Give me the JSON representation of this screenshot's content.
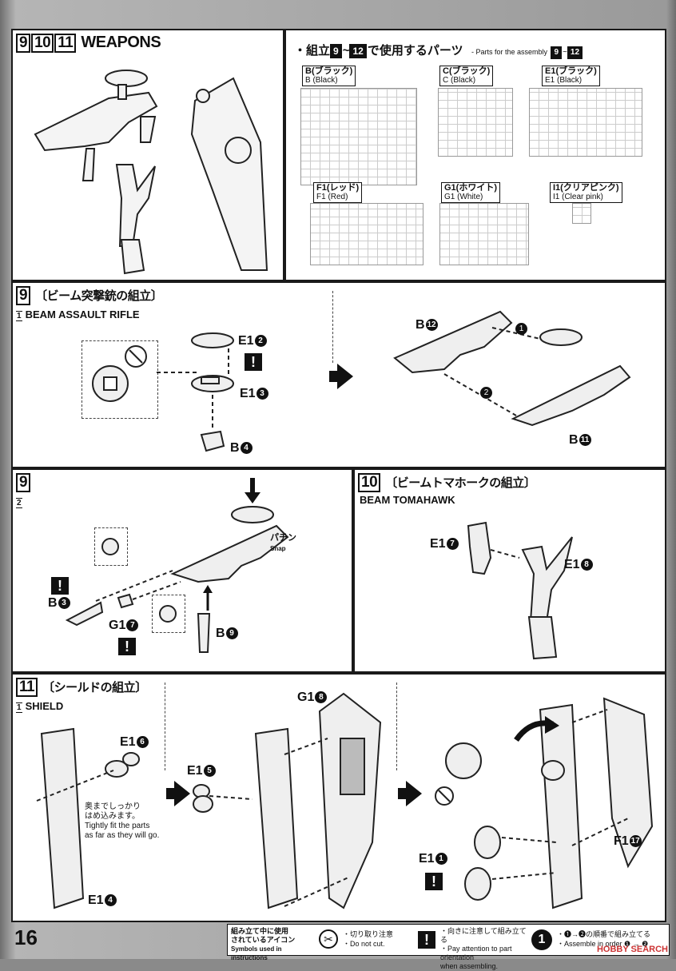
{
  "header": {
    "nums": [
      "9",
      "10",
      "11"
    ],
    "title": "WEAPONS"
  },
  "parts": {
    "heading_jp": "・組立",
    "heading_jp2": "で使用するパーツ",
    "heading_range_a": "9",
    "heading_tilde": "~",
    "heading_range_b": "12",
    "heading_en": "- Parts for the assembly",
    "runners": [
      {
        "jp": "B(ブラック)",
        "en": "B (Black)"
      },
      {
        "jp": "C(ブラック)",
        "en": "C (Black)"
      },
      {
        "jp": "E1(ブラック)",
        "en": "E1 (Black)"
      },
      {
        "jp": "F1(レッド)",
        "en": "F1 (Red)"
      },
      {
        "jp": "G1(ホワイト)",
        "en": "G1 (White)"
      },
      {
        "jp": "I1(クリアピンク)",
        "en": "I1 (Clear pink)"
      }
    ]
  },
  "step9a": {
    "num": "9",
    "jp": "〔ビーム突撃銃の組立〕",
    "subnum": "1",
    "en": "BEAM ASSAULT RIFLE",
    "labels": {
      "e1_2": "E1",
      "e1_3": "E1",
      "b4": "B",
      "b12": "B",
      "b11": "B"
    },
    "circ": {
      "c2": "2",
      "c3": "3",
      "c4": "4",
      "c12": "12",
      "c11": "11",
      "step1": "1",
      "step2": "2"
    }
  },
  "step9b": {
    "num": "9",
    "subnum": "2",
    "snap_jp": "パチン",
    "snap_en": "Snap",
    "labels": {
      "b3": "B",
      "g1_7": "G1",
      "b9": "B"
    },
    "circ": {
      "c3": "3",
      "c7": "7",
      "c9": "9"
    }
  },
  "step10": {
    "num": "10",
    "jp": "〔ビームトマホークの組立〕",
    "en": "BEAM TOMAHAWK",
    "labels": {
      "e1_7": "E1",
      "e1_8": "E1"
    },
    "circ": {
      "c7": "7",
      "c8": "8"
    }
  },
  "step11": {
    "num": "11",
    "jp": "〔シールドの組立〕",
    "subnum": "1",
    "en": "SHIELD",
    "note_jp1": "奥までしっかり",
    "note_jp2": "はめ込みます。",
    "note_en1": "Tightly fit the parts",
    "note_en2": "as far as they will go.",
    "labels": {
      "e1_6": "E1",
      "e1_4": "E1",
      "e1_5": "E1",
      "g1_8": "G1",
      "e1_1": "E1",
      "f1_17": "F1"
    },
    "circ": {
      "c6": "6",
      "c4": "4",
      "c5": "5",
      "c8": "8",
      "c1": "1",
      "c17": "17"
    }
  },
  "footer": {
    "page": "16",
    "icons_jp1": "組み立て中に使用",
    "icons_jp2": "されているアイコン",
    "icons_en": "Symbols used in instructions",
    "cut_jp": "・切り取り注意",
    "cut_en": "・Do not cut.",
    "orient_jp": "・向きに注意して組み立てる",
    "orient_en1": "・Pay attention to part orientation",
    "orient_en2": "when assembling.",
    "order_jp": "・❶→❷の順番で組み立てる",
    "order_en": "・Assemble in order ❶ → ❷",
    "order_num": "1",
    "watermark": "HOBBY SEARCH"
  }
}
